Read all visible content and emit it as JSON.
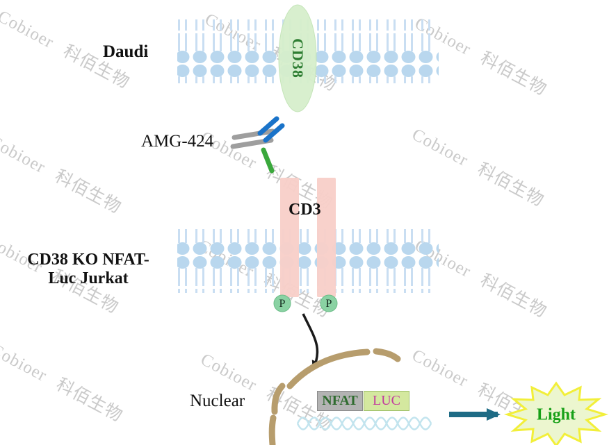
{
  "watermark": {
    "text": "Cobioer 科佰生物"
  },
  "cells": {
    "daudi": "Daudi",
    "jurkat_line1": "CD38 KO NFAT-",
    "jurkat_line2": "Luc Jurkat"
  },
  "molecules": {
    "cd38": "CD38",
    "antibody": "AMG-424",
    "cd3": "CD3",
    "phospho": "P",
    "nfat": "NFAT",
    "luc": "LUC"
  },
  "nucleus": {
    "label": "Nuclear"
  },
  "output": {
    "light": "Light"
  },
  "colors": {
    "membrane_head": "#b9d7ee",
    "membrane_tail": "#c9def2",
    "cd38_fill": "#d6efcc",
    "cd38_text": "#2e7d32",
    "antibody_gray": "#9e9e9e",
    "antibody_blue": "#1a73c9",
    "antibody_green": "#3aa83c",
    "cd3_fill": "#f8cfc9",
    "p_fill": "#8ad2a3",
    "p_stroke": "#6cbd88",
    "arrow_black": "#1a1a1a",
    "nucleus_arc": "#b79d6d",
    "dna_strand": "#c2e4ee",
    "nfat_box": "#b3b3b3",
    "nfat_text": "#2f6b2f",
    "luc_box": "#d4e89f",
    "luc_text": "#c23a9e",
    "signal_arrow": "#1e6b85",
    "star_fill": "#ecf6cf",
    "star_stroke": "#f2ef3a",
    "light_text": "#17a017"
  }
}
